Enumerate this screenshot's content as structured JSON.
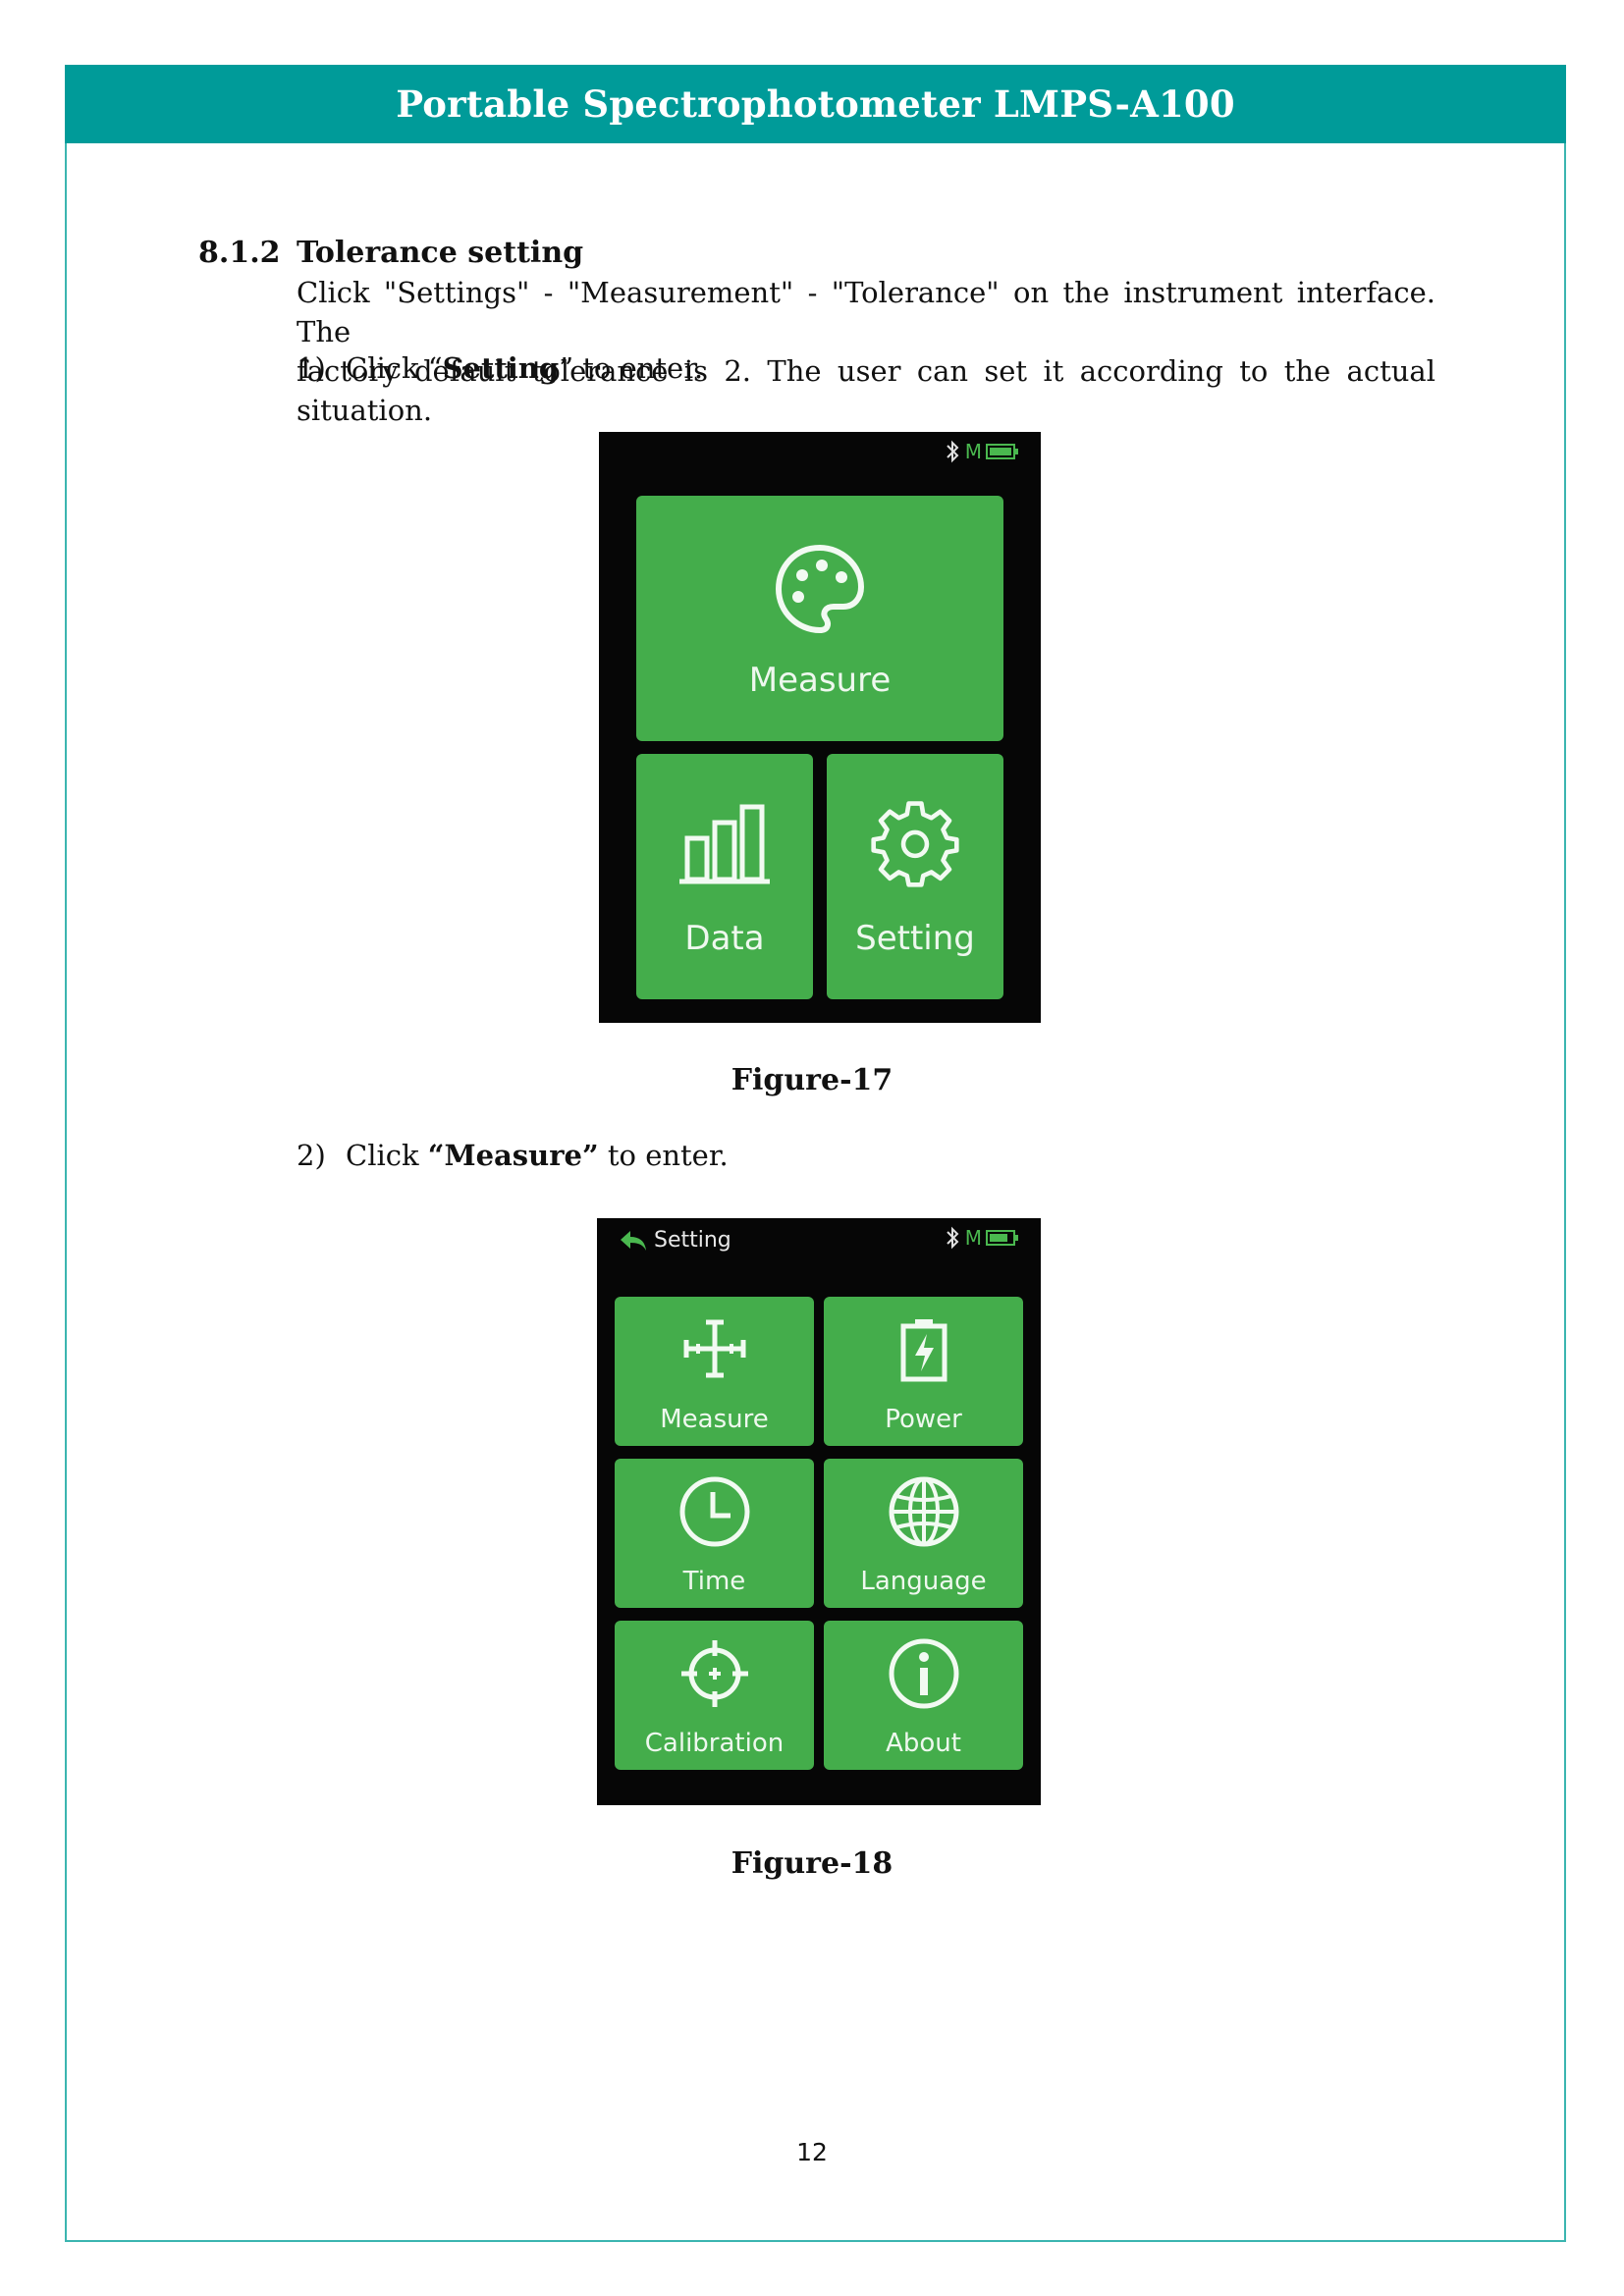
{
  "header": {
    "title": "Portable Spectrophotometer LMPS-A100"
  },
  "section": {
    "number": "8.1.2",
    "title": "Tolerance setting",
    "paragraph_line1": "Click \"Settings\" - \"Measurement\" - \"Tolerance\" on the instrument interface. The",
    "paragraph_line2": "factory default tolerance is 2. The user can set it according to the actual situation."
  },
  "steps": [
    {
      "num": "1)",
      "pre": "Click “",
      "bold": "Setting",
      "post": "” to enter."
    },
    {
      "num": "2)",
      "pre": "Click ",
      "bold": "“Measure”",
      "post": " to enter."
    }
  ],
  "figure17": {
    "caption": "Figure-17",
    "status_mode": "M",
    "tiles": [
      {
        "label": "Measure",
        "icon": "palette-icon"
      },
      {
        "label": "Data",
        "icon": "bar-chart-icon"
      },
      {
        "label": "Setting",
        "icon": "gear-icon"
      }
    ]
  },
  "figure18": {
    "caption": "Figure-18",
    "back_title": "Setting",
    "status_mode": "M",
    "tiles": [
      {
        "label": "Measure",
        "icon": "measure-cross-icon"
      },
      {
        "label": "Power",
        "icon": "battery-bolt-icon"
      },
      {
        "label": "Time",
        "icon": "clock-icon"
      },
      {
        "label": "Language",
        "icon": "globe-icon"
      },
      {
        "label": "Calibration",
        "icon": "crosshair-icon"
      },
      {
        "label": "About",
        "icon": "info-icon"
      }
    ]
  },
  "footer": {
    "page_number": "12"
  },
  "colors": {
    "accent": "#009b99",
    "tile_green": "#44ad4b",
    "screen_bg": "#060606"
  }
}
